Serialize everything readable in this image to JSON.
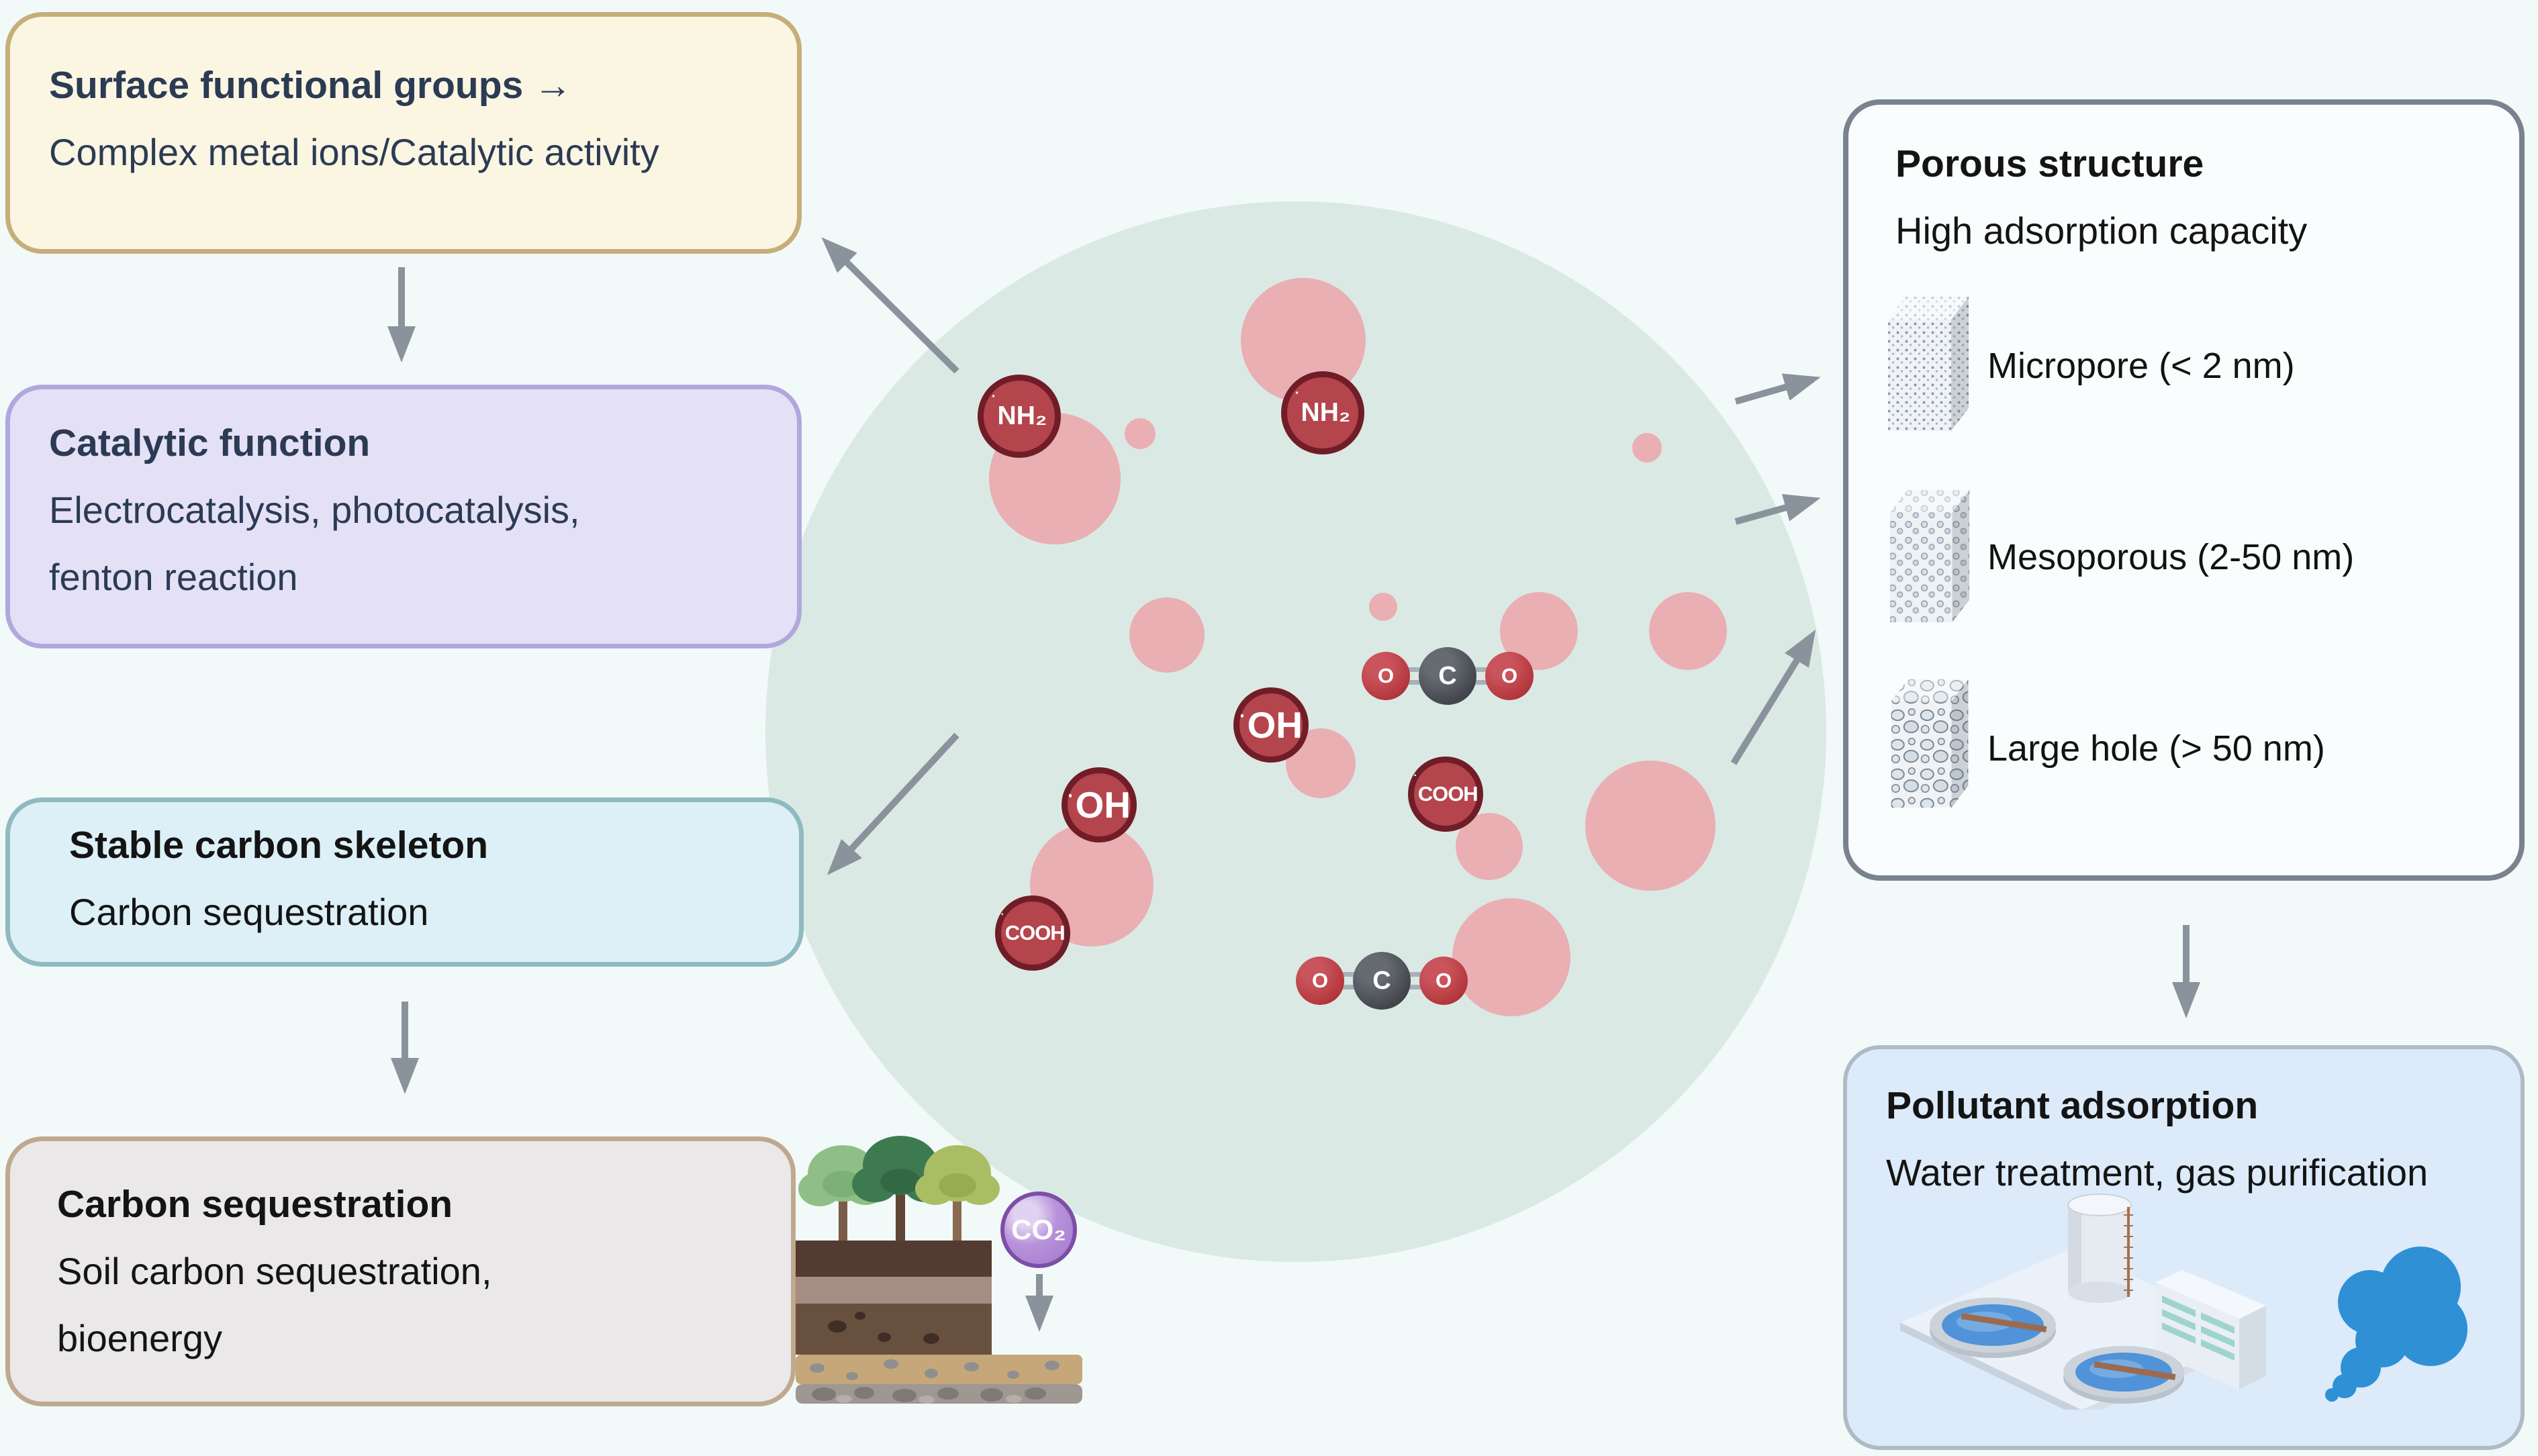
{
  "boxes": {
    "surface": {
      "title": "Surface functional groups →",
      "subtitle": "Complex metal ions/Catalytic activity"
    },
    "catalytic": {
      "title": "Catalytic function",
      "lines": [
        "Electrocatalysis, photocatalysis,",
        "fenton reaction"
      ]
    },
    "skeleton": {
      "title": "Stable carbon skeleton",
      "subtitle": "Carbon sequestration"
    },
    "carbon_seq": {
      "title": "Carbon sequestration",
      "lines": [
        "Soil carbon sequestration,",
        "bioenergy"
      ]
    },
    "porous": {
      "title": "Porous structure",
      "subtitle": "High adsorption capacity",
      "items": [
        {
          "name": "micropore",
          "label": "Micropore (< 2 nm)"
        },
        {
          "name": "mesoporous",
          "label": "Mesoporous (2-50 nm)"
        },
        {
          "name": "large-hole",
          "label": "Large hole (> 50 nm)"
        }
      ]
    },
    "pollutant": {
      "title": "Pollutant adsorption",
      "subtitle": "Water treatment, gas purification"
    }
  },
  "molecules": {
    "radical_dot": "·",
    "amine": "NH₂",
    "hydroxyl": "OH",
    "carboxyl": "COOH",
    "co2_label": "CO₂",
    "oxygen": "O",
    "carbon": "C"
  },
  "colors": {
    "background": "#F2F9F9",
    "surface_box_bg": "#FAF6E2",
    "surface_box_border": "#C6AE7A",
    "catalytic_box_bg": "#E4E1F7",
    "catalytic_box_border": "#B2A7DD",
    "skeleton_box_bg": "#DDF0F7",
    "skeleton_box_border": "#8FBAC0",
    "carbon_seq_box_bg": "#EAE8E8",
    "carbon_seq_box_border": "#BFA98E",
    "porous_box_border": "#79838D",
    "pollutant_box_bg": "#DCEAF9",
    "biochar_circle": "#DBE9E5",
    "pore_blob_pink": "#E9AFB3",
    "radical_badge_red": "#B4454D",
    "radical_badge_border": "#701D27",
    "co2_ball_purple": "#AB84D4",
    "arrow_gray": "#8A939B",
    "gas_cloud_blue": "#2F90D5",
    "navy_text": "#2C3B54"
  }
}
